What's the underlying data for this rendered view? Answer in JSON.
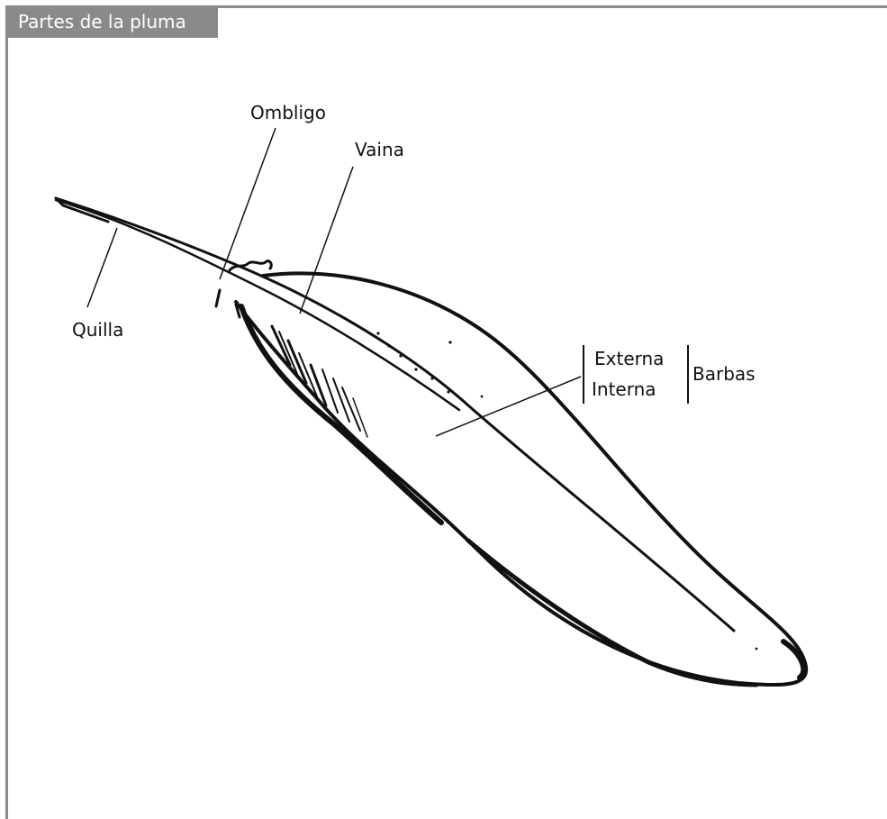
{
  "title": "Partes de la pluma",
  "labels": {
    "ombligo": "Ombligo",
    "vaina": "Vaina",
    "quilla": "Quilla",
    "externa": "Externa",
    "interna": "Interna",
    "barbas": "Barbas"
  }
}
